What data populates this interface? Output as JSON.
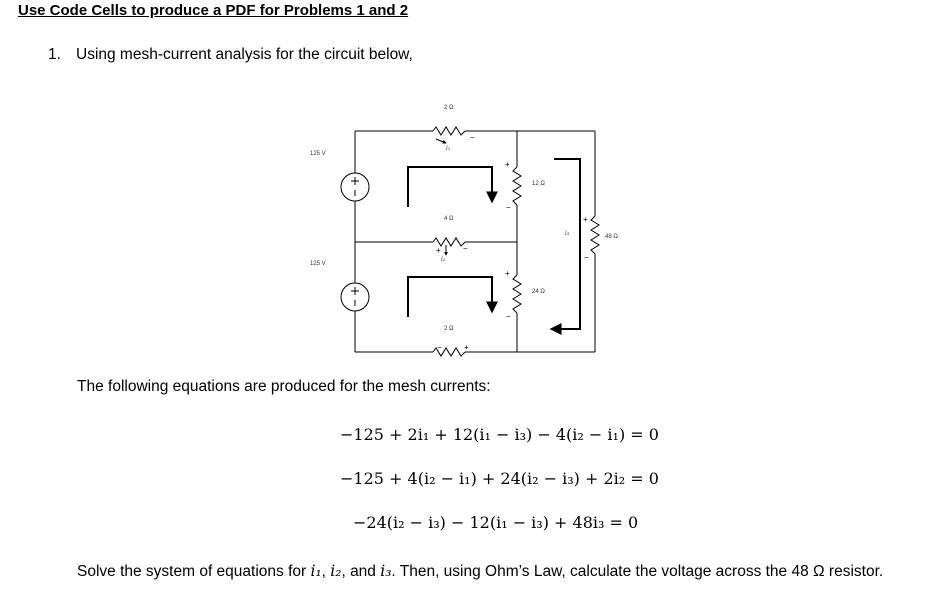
{
  "heading": "Use Code Cells to produce a PDF for Problems 1 and 2",
  "problem": {
    "number": "1.",
    "text": "Using mesh-current analysis for the circuit below,"
  },
  "circuit": {
    "source_top_label": "125 V",
    "source_bottom_label": "125 V",
    "r_top_label": "2 Ω",
    "r_mid_label": "4 Ω",
    "r_bottom_label": "2 Ω",
    "r_right_top_label": "12 Ω",
    "r_right_bottom_label": "24 Ω",
    "r_far_right_label": "48 Ω",
    "i1_label": "i₁",
    "i2_label": "i₂",
    "i3_label": "i₃"
  },
  "intro": "The following equations are produced for the mesh currents:",
  "equations": {
    "eq1": "−125 + 2i₁ + 12(i₁ − i₃) − 4(i₂ − i₁) = 0",
    "eq2": "−125 + 4(i₂ − i₁) + 24(i₂ − i₃) + 2i₂ = 0",
    "eq3": "−24(i₂ − i₃) − 12(i₁ − i₃) + 48i₃ = 0"
  },
  "solve": {
    "part1": "Solve the system of equations for ",
    "var1": "i₁",
    "sep1": ", ",
    "var2": "i₂",
    "sep2": ", and ",
    "var3": "i₃",
    "part2": ".  Then, using Ohm’s Law, calculate the voltage across the 48 Ω resistor."
  }
}
